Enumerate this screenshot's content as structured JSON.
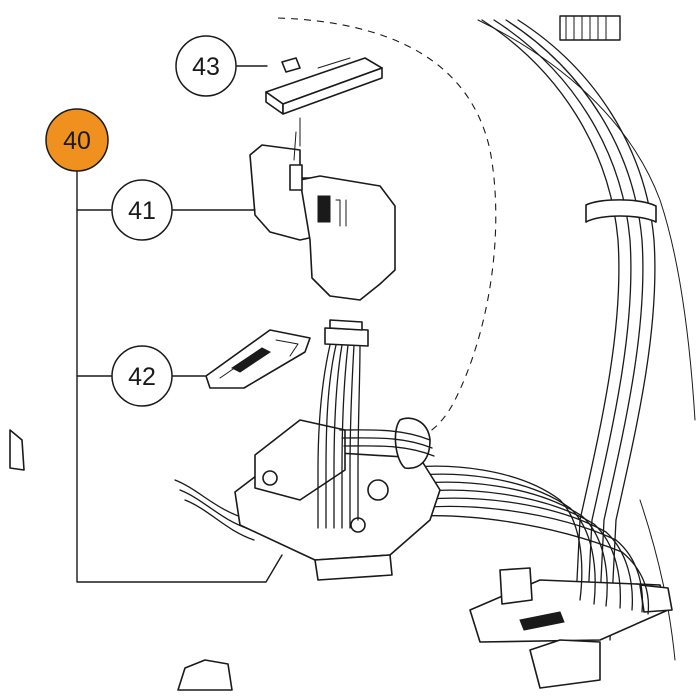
{
  "callouts": {
    "c40": {
      "label": "40",
      "fill": "#F0901E"
    },
    "c41": {
      "label": "41",
      "fill": "#FFFFFF"
    },
    "c42": {
      "label": "42",
      "fill": "#FFFFFF"
    },
    "c43": {
      "label": "43",
      "fill": "#FFFFFF"
    }
  }
}
